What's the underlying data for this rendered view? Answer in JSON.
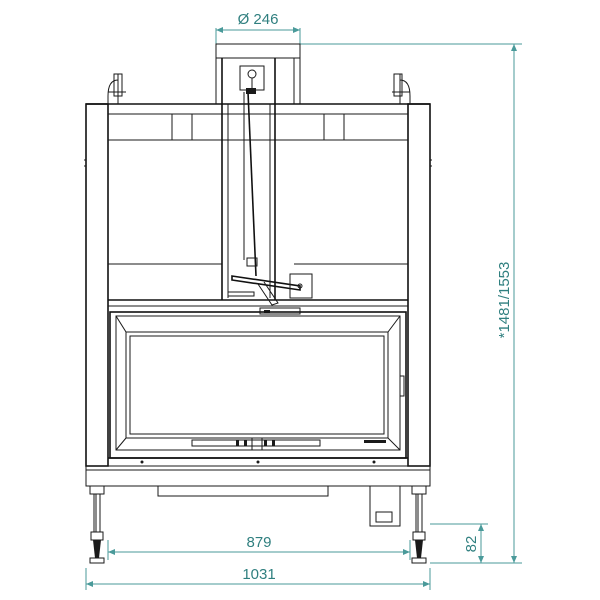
{
  "drawing": {
    "dimensions": {
      "flue_diameter": "Ø 246",
      "total_height": "*1481/1553",
      "inner_width": "879",
      "total_width": "1031",
      "foot_height": "82"
    },
    "colors": {
      "dimension": "#2f7f7f",
      "line": "#1a1a1a",
      "background": "#ffffff"
    }
  }
}
